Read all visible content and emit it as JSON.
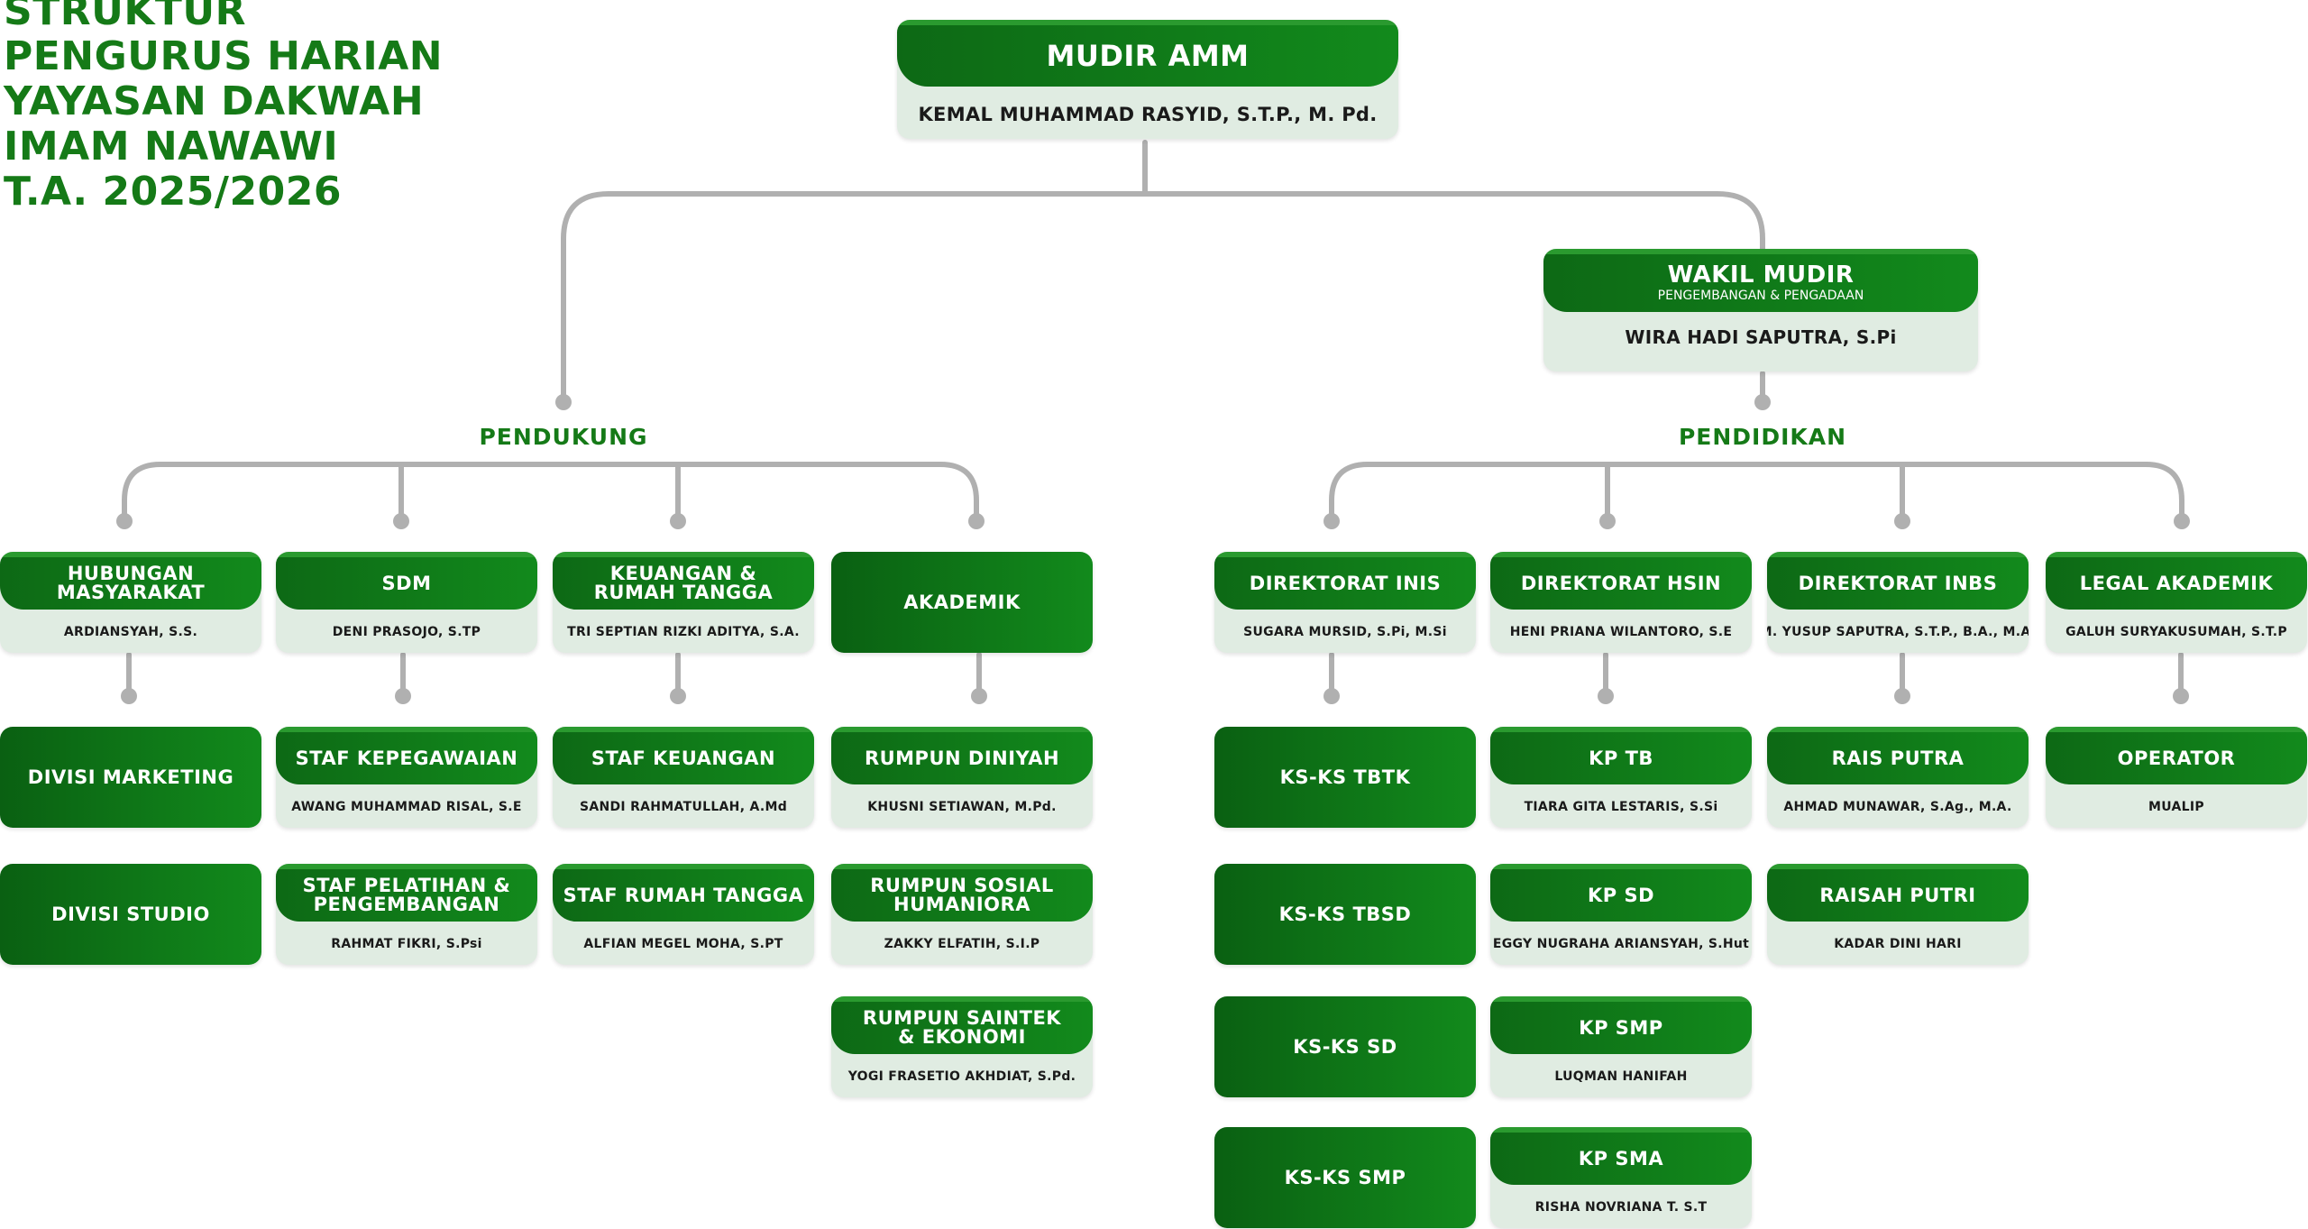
{
  "title": {
    "lines": [
      "STRUKTUR",
      "PENGURUS HARIAN",
      "YAYASAN DAKWAH",
      "IMAM NAWAWI",
      "T.A. 2025/2026"
    ]
  },
  "sections": {
    "pendukung": "PENDUKUNG",
    "pendidikan": "PENDIDIKAN"
  },
  "mudir": {
    "title": "MUDIR AMM",
    "name": "KEMAL MUHAMMAD RASYID, S.T.P., M. Pd."
  },
  "wakil": {
    "title": "WAKIL MUDIR",
    "subtitle": "PENGEMBANGAN & PENGADAAN",
    "name": "WIRA HADI SAPUTRA, S.Pi"
  },
  "pendukung": {
    "hubungan": {
      "title": "HUBUNGAN\nMASYARAKAT",
      "name": "ARDIANSYAH, S.S."
    },
    "divisi_marketing": {
      "title": "DIVISI MARKETING"
    },
    "divisi_studio": {
      "title": "DIVISI STUDIO"
    },
    "sdm": {
      "title": "SDM",
      "name": "DENI PRASOJO, S.TP"
    },
    "staf_kepegawaian": {
      "title": "STAF KEPEGAWAIAN",
      "name": "AWANG MUHAMMAD RISAL, S.E"
    },
    "staf_pelatihan": {
      "title": "STAF PELATIHAN &\nPENGEMBANGAN",
      "name": "RAHMAT FIKRI, S.Psi"
    },
    "keuangan": {
      "title": "KEUANGAN &\nRUMAH TANGGA",
      "name": "TRI SEPTIAN RIZKI ADITYA, S.A."
    },
    "staf_keuangan": {
      "title": "STAF KEUANGAN",
      "name": "SANDI RAHMATULLAH, A.Md"
    },
    "staf_rumah_tangga": {
      "title": "STAF RUMAH TANGGA",
      "name": "ALFIAN MEGEL MOHA, S.PT"
    },
    "akademik": {
      "title": "AKADEMIK"
    },
    "rumpun_diniyah": {
      "title": "RUMPUN DINIYAH",
      "name": "KHUSNI SETIAWAN, M.Pd."
    },
    "rumpun_sosial": {
      "title": "RUMPUN SOSIAL\nHUMANIORA",
      "name": "ZAKKY ELFATIH, S.I.P"
    },
    "rumpun_saintek": {
      "title": "RUMPUN SAINTEK\n& EKONOMI",
      "name": "YOGI FRASETIO AKHDIAT, S.Pd."
    }
  },
  "pendidikan": {
    "inis": {
      "title": "DIREKTORAT INIS",
      "name": "SUGARA MURSID, S.Pi, M.Si"
    },
    "ks_tbtk": {
      "title": "KS-KS TBTK"
    },
    "ks_tbsd": {
      "title": "KS-KS TBSD"
    },
    "ks_sd": {
      "title": "KS-KS SD"
    },
    "ks_smp": {
      "title": "KS-KS SMP"
    },
    "hsin": {
      "title": "DIREKTORAT HSIN",
      "name": "HENI PRIANA WILANTORO, S.E"
    },
    "kp_tb": {
      "title": "KP TB",
      "name": "TIARA GITA LESTARIS, S.Si"
    },
    "kp_sd": {
      "title": "KP SD",
      "name": "EGGY NUGRAHA ARIANSYAH, S.Hut"
    },
    "kp_smp": {
      "title": "KP SMP",
      "name": "LUQMAN HANIFAH"
    },
    "kp_sma": {
      "title": "KP SMA",
      "name": "RISHA NOVRIANA T. S.T"
    },
    "inbs": {
      "title": "DIREKTORAT INBS",
      "name": "M. YUSUP SAPUTRA, S.T.P., B.A., M.A."
    },
    "rais_putra": {
      "title": "RAIS PUTRA",
      "name": "AHMAD MUNAWAR, S.Ag., M.A."
    },
    "raisah_putri": {
      "title": "RAISAH PUTRI",
      "name": "KADAR DINI HARI"
    },
    "legal": {
      "title": "LEGAL AKADEMIK",
      "name": "GALUH SURYAKUSUMAH, S.T.P"
    },
    "operator": {
      "title": "OPERATOR",
      "name": "MUALIP"
    }
  },
  "colors": {
    "primary_green": "#128a1c",
    "dark_green": "#0d6915",
    "title_green": "#157a17",
    "card_bg": "#e0ece2",
    "connector": "#b0b0b0"
  }
}
